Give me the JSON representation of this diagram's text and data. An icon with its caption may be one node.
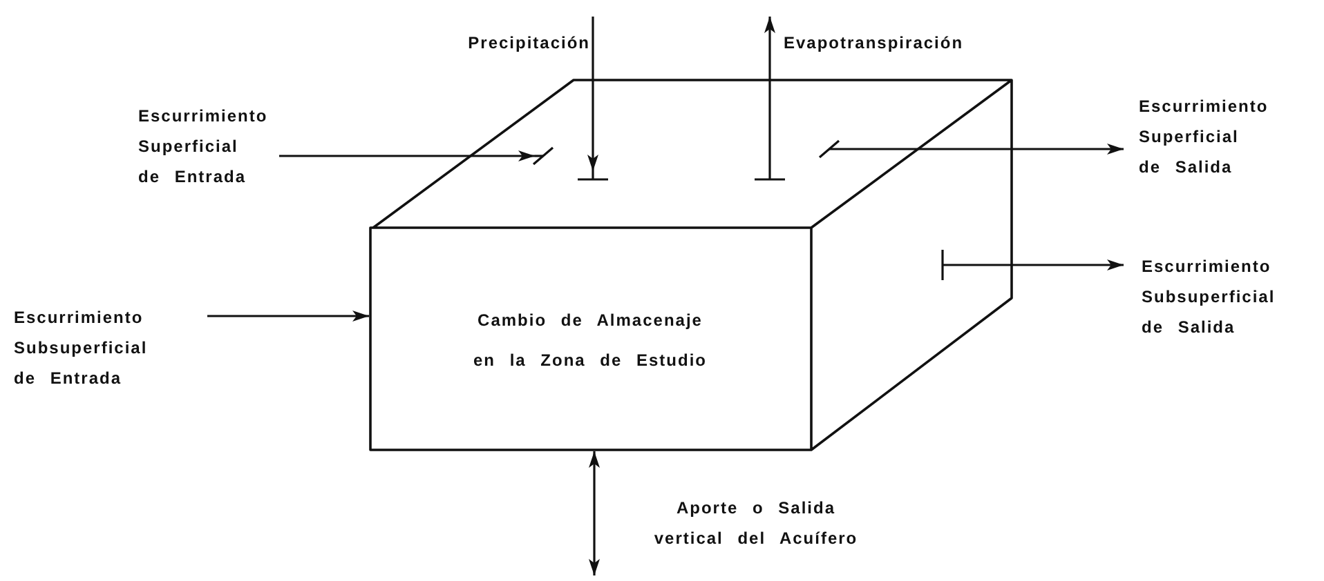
{
  "diagram": {
    "nodes": [
      {
        "text": [
          "Cambio de Almacenaje en la Zona de Estudio"
        ]
      },
      {
        "text": [
          "Precipitación"
        ]
      },
      {
        "text": [
          "Evapotranspiración"
        ]
      },
      {
        "text": [
          "Escurrimiento Superficial de Entrada"
        ]
      },
      {
        "text": [
          "Escurrimiento Superficial de Salida"
        ]
      },
      {
        "text": [
          "Escurrimiento Subsuperficial de Entrada"
        ]
      },
      {
        "text": [
          "Escurrimiento Subsuperficial de Salida"
        ]
      },
      {
        "text": [
          "Aporte o Salida vertical del Acuífero"
        ]
      }
    ],
    "edges": [
      {
        "from": 1,
        "to": 0,
        "arrow": "to"
      },
      {
        "from": 0,
        "to": 2,
        "arrow": "to"
      },
      {
        "from": 3,
        "to": 0,
        "arrow": "to"
      },
      {
        "from": 0,
        "to": 4,
        "arrow": "to"
      },
      {
        "from": 5,
        "to": 0,
        "arrow": "to"
      },
      {
        "from": 0,
        "to": 6,
        "arrow": "to"
      },
      {
        "from": 7,
        "to": 0,
        "arrow": "both"
      }
    ]
  }
}
